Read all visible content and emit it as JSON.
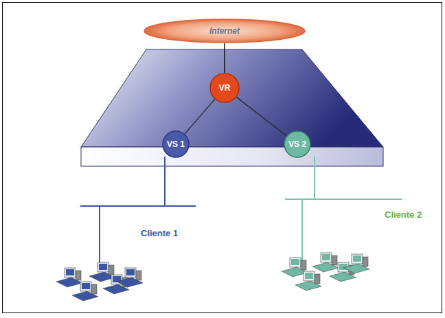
{
  "diagram": {
    "nodes": [
      {
        "text": [
          "Internet"
        ]
      },
      {
        "text": [
          "VR"
        ]
      },
      {
        "text": [
          "VS 1"
        ]
      },
      {
        "text": [
          "VS 2"
        ]
      }
    ],
    "edges": [
      {
        "from": 0,
        "to": 1,
        "arrow": "none"
      },
      {
        "from": 1,
        "to": 2,
        "arrow": "none"
      },
      {
        "from": 1,
        "to": 3,
        "arrow": "none"
      }
    ],
    "labels": [
      "Cliente 1",
      "Cliente 2"
    ]
  }
}
